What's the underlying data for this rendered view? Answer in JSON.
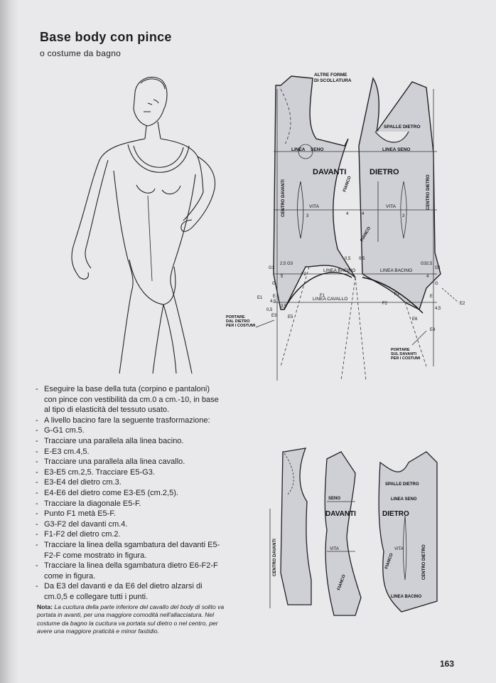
{
  "header": {
    "title": "Base body con pince",
    "subtitle": "o costume da bagno"
  },
  "top_pattern": {
    "altre_forme": "ALTRE FORME",
    "di_scollatura": "DI SCOLLATURA",
    "spalle_dietro": "SPALLE DIETRO",
    "linea": "LINEA",
    "seno": "SENO",
    "linea_seno": "LINEA SENO",
    "davanti": "DAVANTI",
    "dietro": "DIETRO",
    "centro_davanti": "CENTRO DAVANTI",
    "centro_dietro": "CENTRO DIETRO",
    "fianco": "FIANCO",
    "vita": "VITA",
    "linea_bacino": "LINEA BACINO",
    "linea_cavallo": "LINEA CAVALLO",
    "portare_dal_dietro": "PORTARE",
    "portare_dal_dietro_2": "DAL DIETRO",
    "portare_dal_dietro_3": "PER I COSTUMI",
    "portare_sul_davanti": "PORTARE",
    "portare_sul_davanti_2": "SUL DAVANTI",
    "portare_sul_davanti_3": "PER I COSTUMI",
    "n3": "3",
    "n4": "4",
    "n4b": "4",
    "n3b": "3",
    "n25": "2,5",
    "n5": "5",
    "n45": "4,5",
    "n05": "0,5",
    "n25b": "2,5",
    "n05b": "0,5",
    "n05c": "0,5",
    "n25c": "2,5",
    "n4c": "4",
    "n45b": "4,5",
    "G1": "G1",
    "G3": "G3",
    "G": "G",
    "F2": "F2",
    "F1": "F1",
    "E1": "E1",
    "E": "E",
    "E3": "E3",
    "E5": "E5",
    "G3b": "G3",
    "G1b": "G1",
    "Gb": "G",
    "Eb": "E",
    "E2": "E2",
    "E6": "E6",
    "E4": "E4",
    "F1b": "F1",
    "F2b": "F2"
  },
  "bottom_pattern": {
    "spalle_dietro": "SPALLE DIETRO",
    "seno": "SENO",
    "linea_seno": "LINEA SENO",
    "davanti": "DAVANTI",
    "dietro": "DIETRO",
    "centro_davanti": "CENTRO DAVANTI",
    "centro_dietro": "CENTRO DIETRO",
    "vita": "VITA",
    "vita_b": "VITA",
    "fianco": "FIANCO",
    "fianco_b": "FIANCO",
    "linea_bacino": "LINEA BACINO"
  },
  "instructions": [
    "Eseguire la base della tuta (corpino e pantaloni) con pince con vestibilità da cm.0 a cm.-10, in base al tipo di elasticità del tessuto usato.",
    "A livello bacino fare la seguente trasformazione:",
    "G-G1 cm.5.",
    "Tracciare una parallela alla linea bacino.",
    "E-E3 cm.4,5.",
    "Tracciare una parallela alla linea cavallo.",
    "E3-E5 cm.2,5. Tracciare E5-G3.",
    "E3-E4 del dietro cm.3.",
    "E4-E6 del dietro come E3-E5 (cm.2,5).",
    "Tracciare la diagonale E5-F.",
    "Punto F1 metà E5-F.",
    "G3-F2 del davanti cm.4.",
    "F1-F2 del dietro cm.2.",
    "Tracciare la linea della sgambatura del davanti E5-F2-F come mostrato in figura.",
    "Tracciare la linea della sgambatura dietro E6-F2-F come in figura.",
    "Da E3 del davanti e da E6 del dietro alzarsi di cm.0,5 e collegare tutti i punti."
  ],
  "note": {
    "label": "Nota:",
    "text": "La cucitura della parte inferiore del cavallo del body di solito va portata in avanti, per una maggiore comodità nell'allacciatura. Nel costume da bagno la cucitura va portata sul dietro o nel centro, per avere una maggiore praticità e minor fastidio."
  },
  "page_number": "163"
}
